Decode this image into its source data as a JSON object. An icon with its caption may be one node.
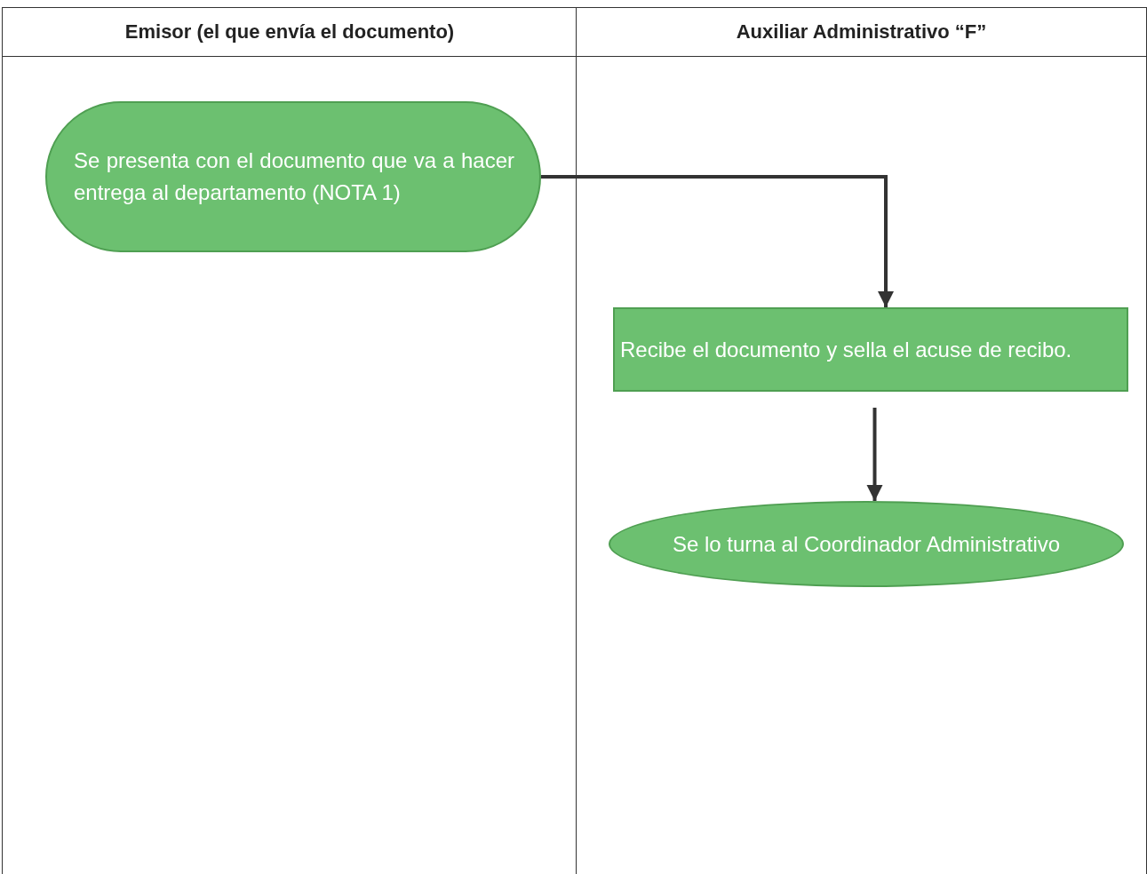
{
  "diagram": {
    "nodes": [
      {
        "text": [
          "Emisor (el que envía el documento)"
        ]
      },
      {
        "text": [
          "Auxiliar Administrativo “F”"
        ]
      },
      {
        "text": [
          "Se presenta con el documento que va a hacer entrega al departamento (NOTA 1)"
        ],
        "in": 0
      },
      {
        "text": [
          "Recibe el documento y sella el acuse de recibo."
        ],
        "in": 1
      },
      {
        "text": [
          "Se lo turna al Coordinador Administrativo"
        ],
        "in": 1
      }
    ],
    "edges": [
      {
        "from": 2,
        "to": 3,
        "arrow": "to"
      },
      {
        "from": 3,
        "to": 4,
        "arrow": "to"
      }
    ]
  }
}
